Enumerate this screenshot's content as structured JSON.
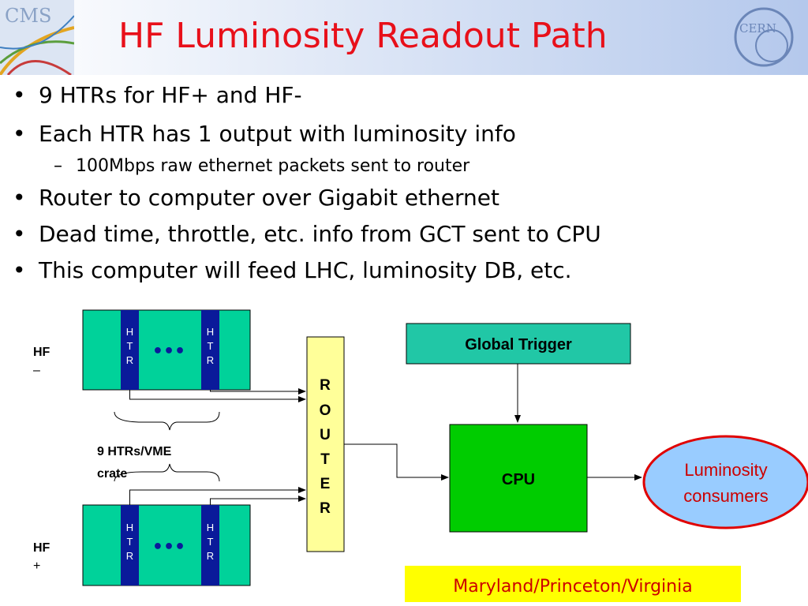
{
  "header": {
    "title": "HF Luminosity Readout Path",
    "left_logo_text": "CMS",
    "right_logo_text": "CERN",
    "title_color": "#e8101a"
  },
  "bullets": [
    {
      "level": 1,
      "mark": "•",
      "text": "9 HTRs for HF+ and HF-"
    },
    {
      "level": 1,
      "mark": "•",
      "text": "Each HTR has 1 output with luminosity info"
    },
    {
      "level": 2,
      "mark": "–",
      "text": "100Mbps raw ethernet packets sent to router"
    },
    {
      "level": 1,
      "mark": "•",
      "text": "Router to computer over Gigabit ethernet"
    },
    {
      "level": 1,
      "mark": "•",
      "text": "Dead time, throttle, etc. info from GCT sent to CPU"
    },
    {
      "level": 1,
      "mark": "•",
      "text": "This computer will feed LHC, luminosity DB, etc."
    }
  ],
  "diagram": {
    "htr_letters": [
      "H",
      "T",
      "R"
    ],
    "ellipsis": "•••",
    "hf_minus_label": [
      "HF",
      "–"
    ],
    "hf_plus_label": [
      "HF",
      "+"
    ],
    "crate_note": [
      "9 HTRs/VME",
      "crate"
    ],
    "router_letters": [
      "R",
      "O",
      "U",
      "T",
      "E",
      "R"
    ],
    "global_trigger": "Global Trigger",
    "cpu": "CPU",
    "consumers": [
      "Luminosity",
      "consumers"
    ],
    "footer": "Maryland/Princeton/Virginia",
    "colors": {
      "crate": "#00d29a",
      "htr_card": "#0a1a9a",
      "router": "#ffff99",
      "global_trigger": "#21c7a6",
      "cpu": "#00cc00",
      "consumers_fill": "#99ccff",
      "consumers_stroke": "#e00000",
      "consumers_text": "#cc0000",
      "footer_bg": "#ffff00",
      "footer_text": "#cc0000"
    }
  }
}
